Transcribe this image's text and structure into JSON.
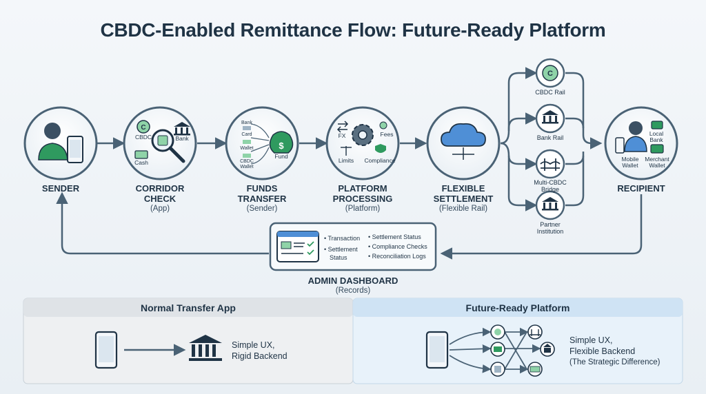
{
  "title": "CBDC-Enabled Remittance Flow: Future-Ready Platform",
  "stages": {
    "sender": {
      "title": "SENDER"
    },
    "corridor": {
      "title_line1": "CORRIDOR",
      "title_line2": "CHECK",
      "sub": "(App)",
      "items": [
        "CBDC",
        "Bank",
        "Cash"
      ]
    },
    "funds": {
      "title_line1": "FUNDS",
      "title_line2": "TRANSFER",
      "sub": "(Sender)",
      "items": [
        "Bank",
        "Card",
        "Wallet",
        "CBDC Wallet"
      ],
      "target": "Fund"
    },
    "platform": {
      "title_line1": "PLATFORM",
      "title_line2": "PROCESSING",
      "sub": "(Platform)",
      "items": [
        "FX",
        "Fees",
        "Limits",
        "Compliance"
      ]
    },
    "settlement": {
      "title_line1": "FLEXIBLE",
      "title_line2": "SETTLEMENT",
      "sub": "(Flexible Rail)"
    },
    "recipient": {
      "title": "RECIPIENT",
      "items": [
        "Local Bank",
        "Mobile Wallet",
        "Merchant Wallet"
      ]
    }
  },
  "rails": [
    {
      "label_line1": "CBDC Rail",
      "label_line2": ""
    },
    {
      "label_line1": "Bank Rail",
      "label_line2": ""
    },
    {
      "label_line1": "Multi-CBDC",
      "label_line2": "Bridge"
    },
    {
      "label_line1": "Partner",
      "label_line2": "Institution"
    }
  ],
  "dashboard": {
    "title": "ADMIN DASHBOARD",
    "sub": "(Records)",
    "col1": [
      "Transaction",
      "Settlement Status"
    ],
    "col2": [
      "Settlement Status",
      "Compliance Checks",
      "Reconciliation Logs"
    ]
  },
  "comparison": {
    "left": {
      "heading": "Normal Transfer App",
      "line1": "Simple UX,",
      "line2": "Rigid Backend"
    },
    "right": {
      "heading": "Future-Ready Platform",
      "line1": "Simple UX,",
      "line2": "Flexible Backend",
      "line3": "(The Strategic Difference)"
    }
  },
  "colors": {
    "navy": "#1f3345",
    "stroke": "#4a6275",
    "green": "#2f9a5f",
    "green_light": "#8fd3a8",
    "blue": "#4f8fd6",
    "panel_left": "#e4e7ea",
    "panel_right": "#d5e8f7"
  }
}
